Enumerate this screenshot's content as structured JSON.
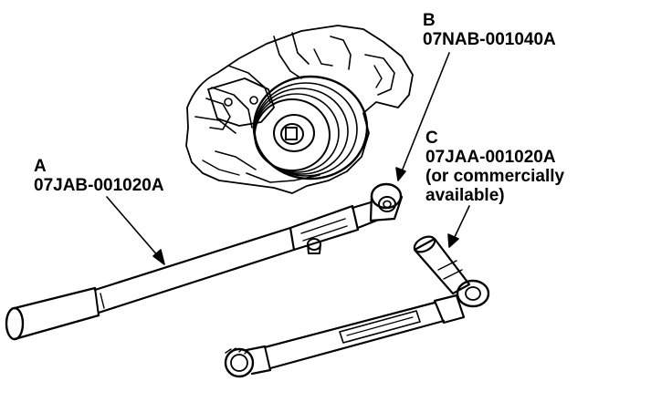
{
  "callouts": {
    "a": {
      "letter": "A",
      "part_number": "07JAB-001020A"
    },
    "b": {
      "letter": "B",
      "part_number": "07NAB-001040A"
    },
    "c": {
      "letter": "C",
      "part_number": "07JAA-001020A",
      "note_line1": "(or commercially",
      "note_line2": "available)"
    }
  }
}
